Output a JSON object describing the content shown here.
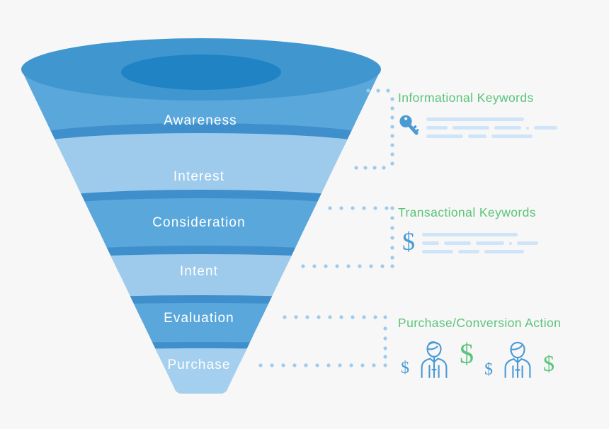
{
  "meta": {
    "diagram_title": "Marketing funnel with keyword intent mapping",
    "background_color": "#f7f7f7"
  },
  "funnel": {
    "type": "funnel",
    "accent_green": "#5ac47a",
    "accent_blue": "#4a9ad4",
    "stages": [
      {
        "label": "Awareness",
        "band_color": "#5aa7dc",
        "rim_color": "#3f8fcc"
      },
      {
        "label": "Interest",
        "band_color": "#9ecbec",
        "rim_color": "#3f8fcc"
      },
      {
        "label": "Consideration",
        "band_color": "#5aa7dc",
        "rim_color": "#3f8fcc"
      },
      {
        "label": "Intent",
        "band_color": "#9ecbec",
        "rim_color": "#3f8fcc"
      },
      {
        "label": "Evaluation",
        "band_color": "#5aa7dc",
        "rim_color": "#3f8fcc"
      },
      {
        "label": "Purchase",
        "band_color": "#a4cfee",
        "rim_color": "#3f8fcc"
      }
    ],
    "top_rim_color": "#4096cf",
    "top_hole_color": "#2083c4"
  },
  "callouts": [
    {
      "title": "Informational Keywords",
      "title_color": "#5ac47a",
      "icon": "key-icon",
      "icon_color": "#4a9ad4",
      "maps_to_stages": [
        "Awareness",
        "Interest"
      ],
      "placeholder_rows": [
        [
          {
            "type": "bar",
            "w": 138
          }
        ],
        [
          {
            "type": "bar",
            "w": 30
          },
          {
            "type": "bar",
            "w": 52
          },
          {
            "type": "bar",
            "w": 38
          },
          {
            "type": "dot"
          },
          {
            "type": "bar",
            "w": 33
          }
        ],
        [
          {
            "type": "bar",
            "w": 52
          },
          {
            "type": "bar",
            "w": 26
          },
          {
            "type": "bar",
            "w": 58
          }
        ]
      ]
    },
    {
      "title": "Transactional Keywords",
      "title_color": "#5ac47a",
      "icon": "dollar-sign-icon",
      "icon_color": "#4a9ad4",
      "maps_to_stages": [
        "Consideration",
        "Intent"
      ],
      "placeholder_rows": [
        [
          {
            "type": "bar",
            "w": 135
          }
        ],
        [
          {
            "type": "bar",
            "w": 24
          },
          {
            "type": "bar",
            "w": 38
          },
          {
            "type": "bar",
            "w": 40
          },
          {
            "type": "dot"
          },
          {
            "type": "bar",
            "w": 30
          }
        ],
        [
          {
            "type": "bar",
            "w": 44
          },
          {
            "type": "bar",
            "w": 30
          },
          {
            "type": "bar",
            "w": 56
          }
        ]
      ]
    },
    {
      "title": "Purchase/Conversion Action",
      "title_color": "#5ac47a",
      "maps_to_stages": [
        "Evaluation",
        "Purchase"
      ],
      "people_icons": [
        {
          "icon": "dollar-sign-icon",
          "color": "#4a9ad4",
          "size": "small"
        },
        {
          "icon": "person-female-icon",
          "color": "#4a9ad4",
          "size": "large"
        },
        {
          "icon": "dollar-sign-icon",
          "color": "#5ac47a",
          "size": "large"
        },
        {
          "icon": "dollar-sign-icon",
          "color": "#4a9ad4",
          "size": "small"
        },
        {
          "icon": "person-male-icon",
          "color": "#4a9ad4",
          "size": "large"
        },
        {
          "icon": "dollar-sign-icon",
          "color": "#5ac47a",
          "size": "medium"
        }
      ]
    }
  ],
  "connectors": {
    "dot_color": "#9ecbec",
    "brackets": [
      {
        "name": "informational-bracket",
        "from_stage": "Awareness",
        "to_stage": "Interest"
      },
      {
        "name": "transactional-bracket",
        "from_stage": "Consideration",
        "to_stage": "Intent"
      },
      {
        "name": "conversion-bracket",
        "from_stage": "Evaluation",
        "to_stage": "Purchase"
      }
    ]
  }
}
